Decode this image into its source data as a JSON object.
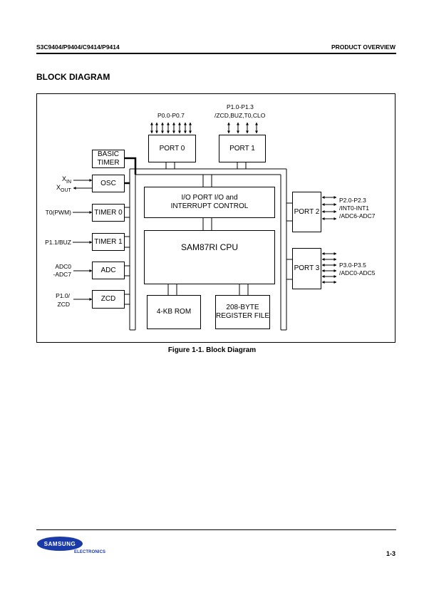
{
  "header": {
    "left": "S3C9404/P9404/C9414/P9414",
    "right": "PRODUCT OVERVIEW"
  },
  "section_title": "BLOCK DIAGRAM",
  "diagram": {
    "port0": {
      "label": "PORT 0",
      "pins": "P0.0-P0.7"
    },
    "port1": {
      "label": "PORT 1",
      "pins_line1": "P1.0-P1.3",
      "pins_line2": "/ZCD,BUZ,T0,CLO"
    },
    "basic_timer": {
      "line1": "BASIC",
      "line2": "TIMER"
    },
    "osc": {
      "label": "OSC",
      "xin": "X",
      "xin_sub": "IN",
      "xout": "X",
      "xout_sub": "OUT"
    },
    "timer0": {
      "label": "TIMER 0",
      "input": "T0(PWM)"
    },
    "timer1": {
      "label": "TIMER  1",
      "input": "P1.1/BUZ"
    },
    "adc": {
      "label": "ADC",
      "input_line1": "ADC0",
      "input_line2": "-ADC7"
    },
    "zcd": {
      "label": "ZCD",
      "input_line1": "P1.0/",
      "input_line2": "ZCD"
    },
    "io_control": {
      "line1": "I/O PORT I/O and",
      "line2": "INTERRUPT CONTROL"
    },
    "cpu": {
      "label": "SAM87RI CPU"
    },
    "rom": {
      "label": "4-KB ROM"
    },
    "regfile": {
      "line1": "208-BYTE",
      "line2": "REGISTER FILE"
    },
    "port2": {
      "label": "PORT 2",
      "pins_line1": "P2.0-P2.3",
      "pins_line2": "/INT0-INT1",
      "pins_line3": "/ADC6-ADC7"
    },
    "port3": {
      "label": "PORT 3",
      "pins_line1": "P3.0-P3.5",
      "pins_line2": "/ADC0-ADC5"
    }
  },
  "caption": "Figure 1-1. Block Diagram",
  "footer": {
    "logo_text": "SAMSUNG",
    "electronics": "ELECTRONICS",
    "page": "1-3",
    "logo_color": "#1a3aa8"
  }
}
